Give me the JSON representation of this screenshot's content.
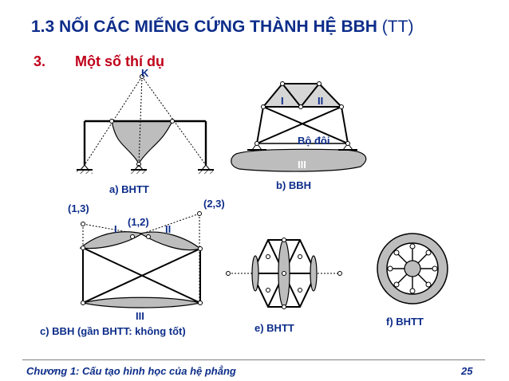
{
  "slide": {
    "title": "1.3 NỐI CÁC MIẾNG CỨNG THÀNH HỆ BBH",
    "title_suffix": "(TT)",
    "section_number": "3.",
    "section_title": "Một số thí dụ"
  },
  "diagrams": {
    "a": {
      "caption": "a) BHTT",
      "joint_label": "K"
    },
    "b": {
      "caption": "b) BBH",
      "label_i": "I",
      "label_ii": "II",
      "label_pair": "Bộ đôi",
      "label_iii": "III"
    },
    "c": {
      "caption": "c) BBH (gần BHTT: không tốt)",
      "label_13": "(1,3)",
      "label_12": "(1,2)",
      "label_23": "(2,3)",
      "label_i": "I",
      "label_ii": "II",
      "label_iii": "III"
    },
    "e": {
      "caption": "e) BHTT"
    },
    "f": {
      "caption": "f) BHTT"
    }
  },
  "footer": {
    "chapter": "Chương 1: Cấu tạo hình học của hệ phẳng",
    "page": "25"
  },
  "colors": {
    "title": "#0d2d8a",
    "subtitle": "#c0001a",
    "shading": "#bdbdbd",
    "line": "#000000"
  }
}
